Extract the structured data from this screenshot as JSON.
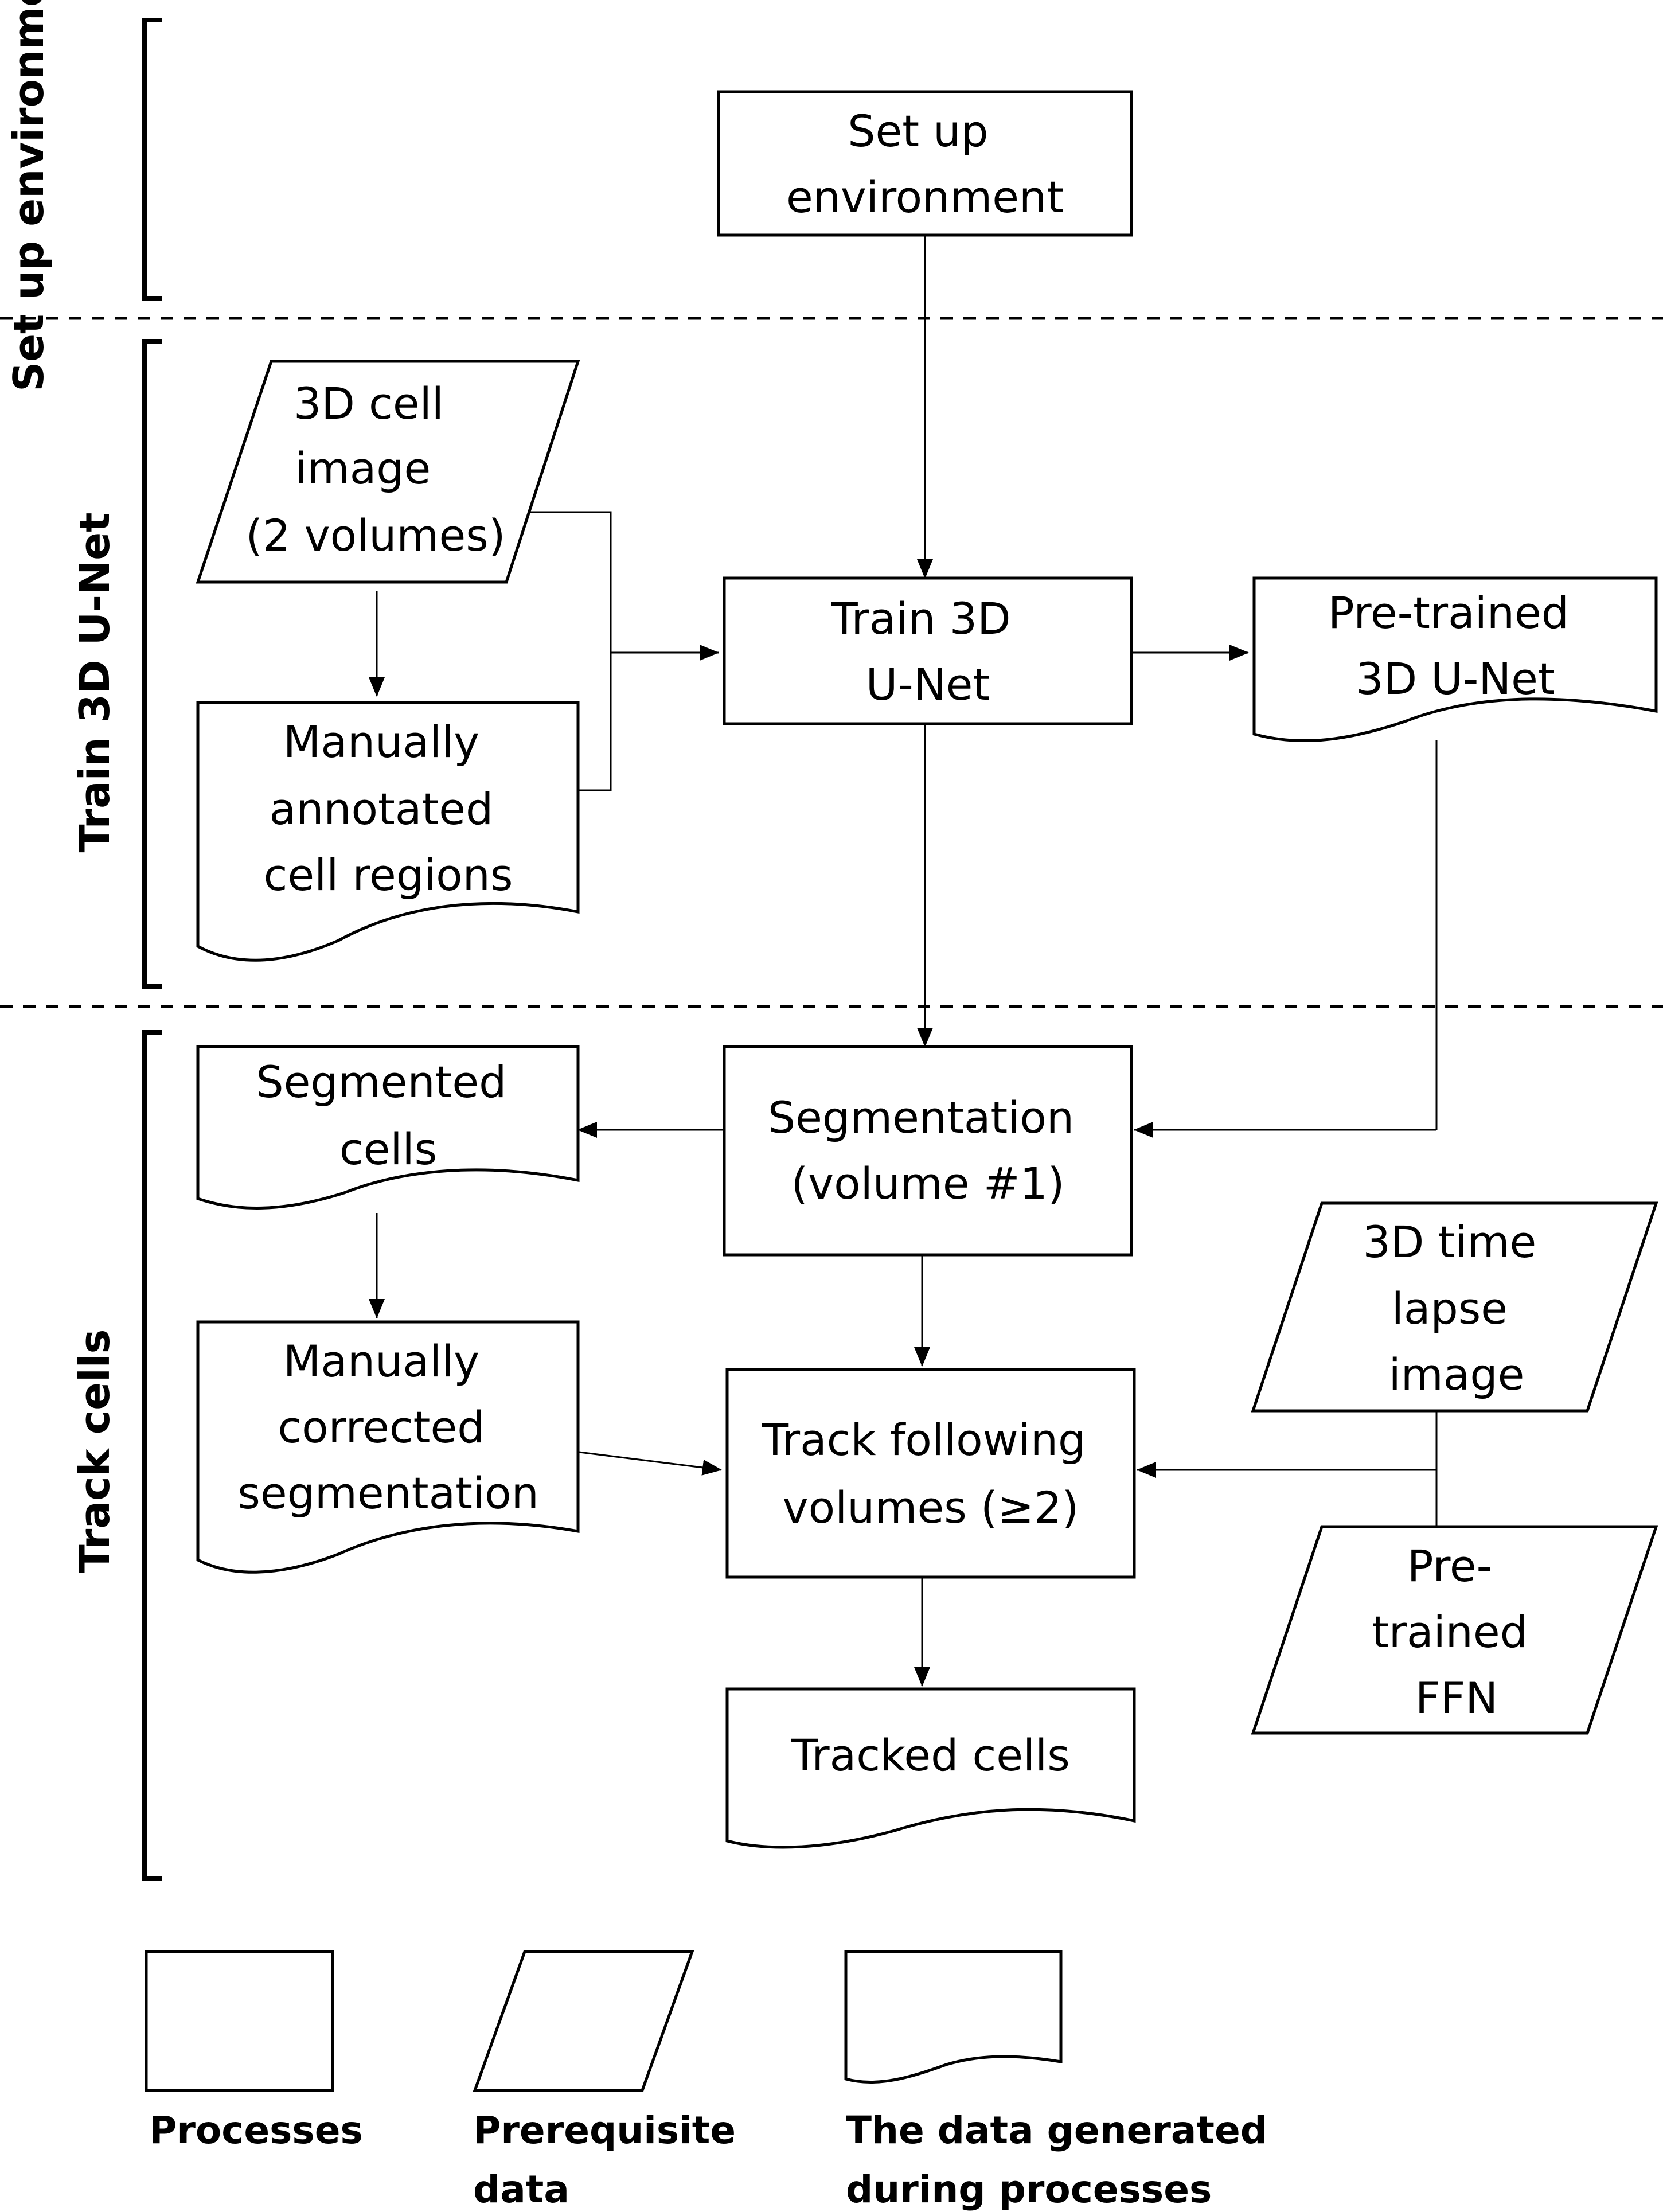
{
  "sections": {
    "setup": "Set up environment",
    "train": "Train 3D U-Net",
    "track": "Track cells"
  },
  "nodes": {
    "setup_env": [
      "Set up",
      "environment"
    ],
    "cell_image": [
      "3D cell",
      "image",
      "(2 volumes)"
    ],
    "train_unet": [
      "Train 3D",
      "U-Net"
    ],
    "pretrained_unet": [
      "Pre-trained",
      "3D U-Net"
    ],
    "annotated": [
      "Manually",
      "annotated",
      "cell regions"
    ],
    "segmented": [
      "Segmented",
      "cells"
    ],
    "segmentation": [
      "Segmentation",
      "(volume #1)"
    ],
    "timelapse": [
      "3D time",
      "lapse",
      "image"
    ],
    "corrected": [
      "Manually",
      "corrected",
      "segmentation"
    ],
    "track_following": [
      "Track following",
      "volumes (≥2)"
    ],
    "pretrained_ffn": [
      "Pre-",
      "trained",
      "FFN"
    ],
    "tracked": [
      "Tracked cells"
    ]
  },
  "legend": {
    "processes": [
      "Processes"
    ],
    "prerequisite": [
      "Prerequisite",
      "data"
    ],
    "generated": [
      "The data generated",
      "during processes"
    ]
  }
}
